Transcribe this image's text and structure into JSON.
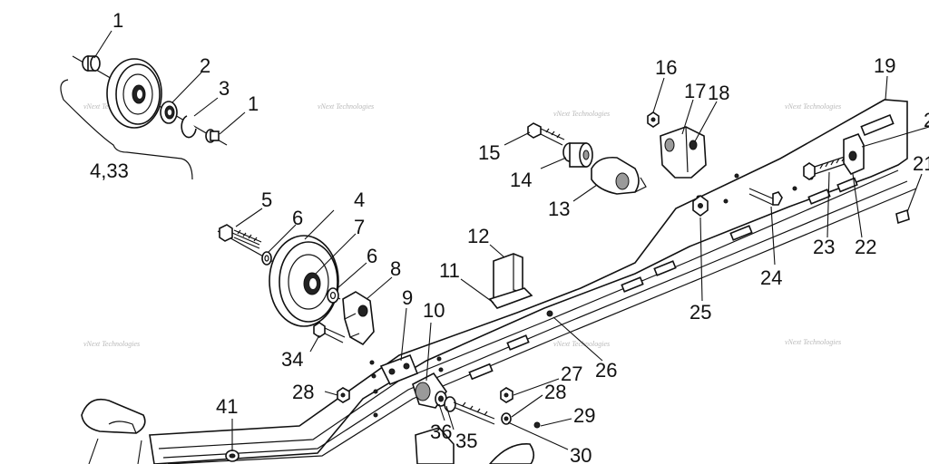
{
  "callouts": [
    {
      "id": "c1a",
      "text": "1"
    },
    {
      "id": "c2",
      "text": "2"
    },
    {
      "id": "c3",
      "text": "3"
    },
    {
      "id": "c1b",
      "text": "1"
    },
    {
      "id": "c433",
      "text": "4,33"
    },
    {
      "id": "c5",
      "text": "5"
    },
    {
      "id": "c6a",
      "text": "6"
    },
    {
      "id": "c4",
      "text": "4"
    },
    {
      "id": "c7",
      "text": "7"
    },
    {
      "id": "c6b",
      "text": "6"
    },
    {
      "id": "c8",
      "text": "8"
    },
    {
      "id": "c9",
      "text": "9"
    },
    {
      "id": "c10",
      "text": "10"
    },
    {
      "id": "c11",
      "text": "11"
    },
    {
      "id": "c12",
      "text": "12"
    },
    {
      "id": "c13",
      "text": "13"
    },
    {
      "id": "c14",
      "text": "14"
    },
    {
      "id": "c15",
      "text": "15"
    },
    {
      "id": "c16",
      "text": "16"
    },
    {
      "id": "c17",
      "text": "17"
    },
    {
      "id": "c18",
      "text": "18"
    },
    {
      "id": "c19",
      "text": "19"
    },
    {
      "id": "c20",
      "text": "2"
    },
    {
      "id": "c21",
      "text": "21"
    },
    {
      "id": "c22",
      "text": "22"
    },
    {
      "id": "c23",
      "text": "23"
    },
    {
      "id": "c24",
      "text": "24"
    },
    {
      "id": "c25",
      "text": "25"
    },
    {
      "id": "c26",
      "text": "26"
    },
    {
      "id": "c27",
      "text": "27"
    },
    {
      "id": "c28a",
      "text": "28"
    },
    {
      "id": "c28b",
      "text": "28"
    },
    {
      "id": "c29",
      "text": "29"
    },
    {
      "id": "c30",
      "text": "30"
    },
    {
      "id": "c34",
      "text": "34"
    },
    {
      "id": "c35",
      "text": "35"
    },
    {
      "id": "c36",
      "text": "36"
    },
    {
      "id": "c41",
      "text": "41"
    }
  ],
  "watermark": "vNext Technologies"
}
